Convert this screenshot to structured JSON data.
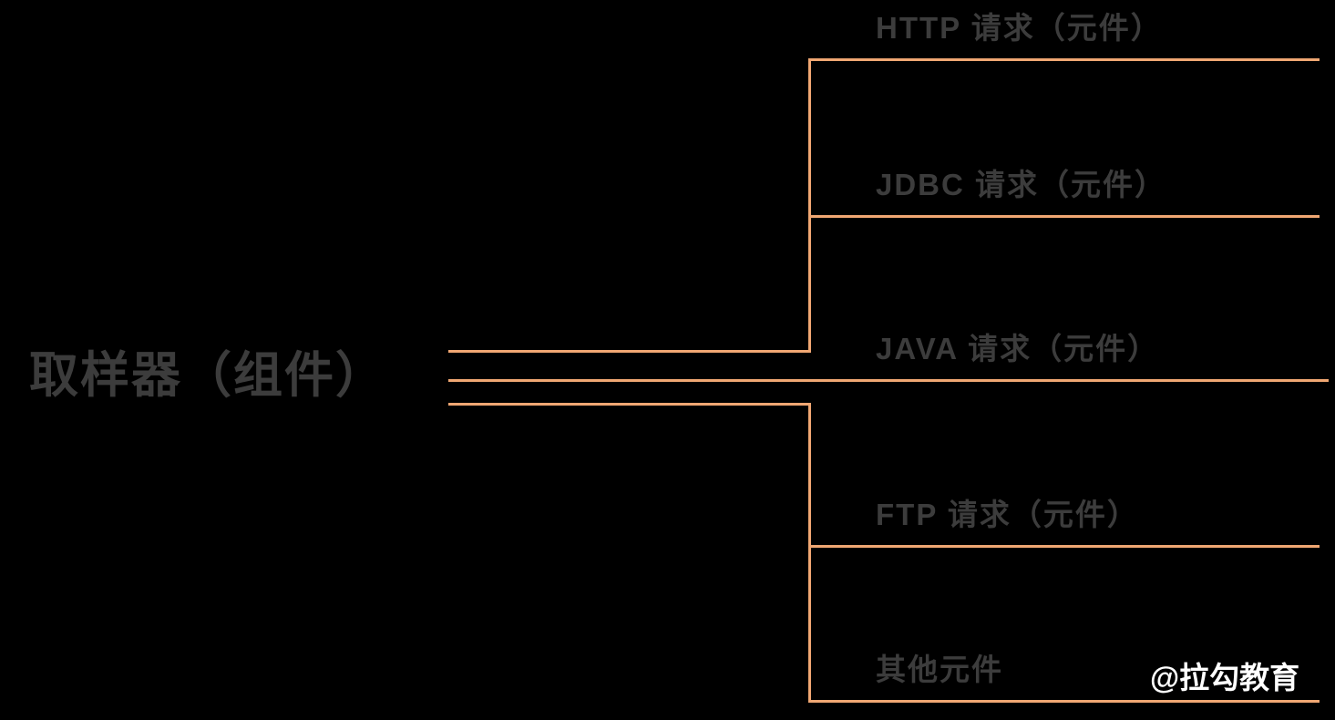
{
  "colors": {
    "background": "#000000",
    "line": "#F0A773",
    "label": "#3C3C3C",
    "watermark": "#FFFFFF"
  },
  "diagram": {
    "root": {
      "label": "取样器（组件）"
    },
    "branches": [
      {
        "id": "http",
        "label": "HTTP 请求（元件）"
      },
      {
        "id": "jdbc",
        "label": "JDBC 请求（元件）"
      },
      {
        "id": "java",
        "label": "JAVA 请求（元件）"
      },
      {
        "id": "ftp",
        "label": "FTP 请求（元件）"
      },
      {
        "id": "other",
        "label": "其他元件"
      }
    ],
    "watermark": "@拉勾教育"
  }
}
